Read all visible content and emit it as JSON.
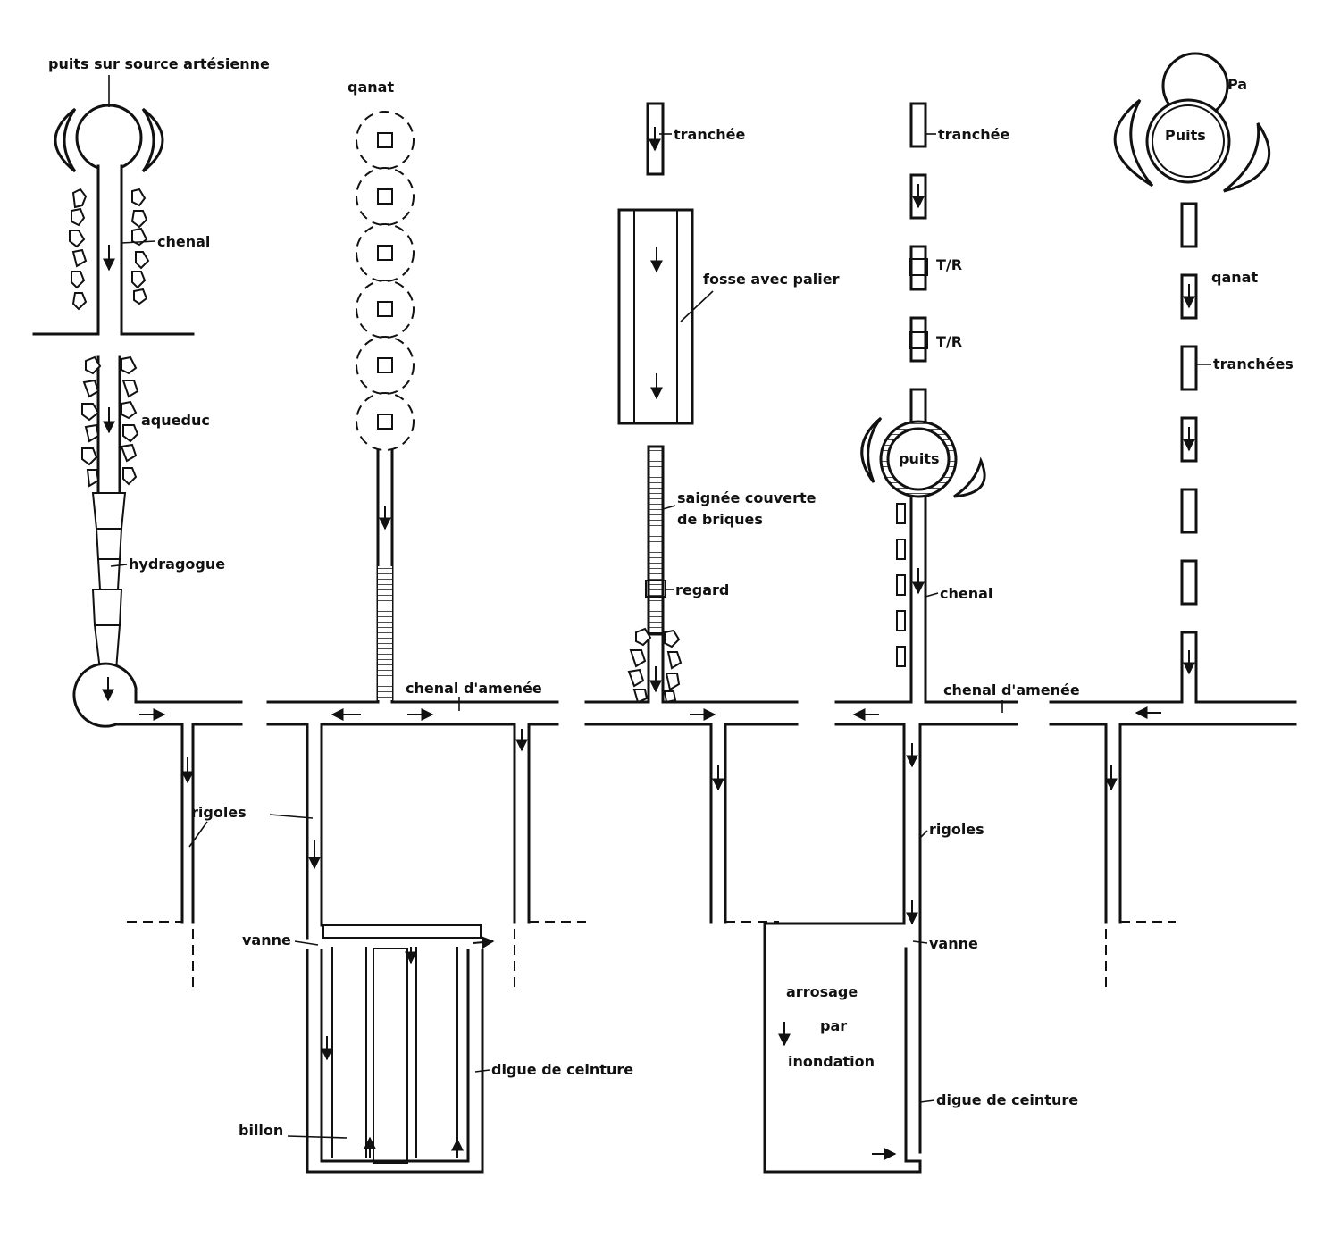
{
  "labels": {
    "puits_source": "puits sur source artésienne",
    "chenal_1": "chenal",
    "aqueduc": "aqueduc",
    "hydragogue": "hydragogue",
    "rigoles_1": "rigoles",
    "qanat_1": "qanat",
    "chenal_amenee_1": "chenal d'amenée",
    "vanne_1": "vanne",
    "digue_1": "digue de ceinture",
    "billon": "billon",
    "tranchee_1": "tranchée",
    "fosse": "fosse avec palier",
    "saignee_1": "saignée couverte",
    "saignee_2": "de briques",
    "regard": "regard",
    "tranchee_2": "tranchée",
    "tr_1": "T/R",
    "tr_2": "T/R",
    "puits_small": "puits",
    "chenal_2": "chenal",
    "chenal_amenee_2": "chenal d'amenée",
    "rigoles_2": "rigoles",
    "vanne_2": "vanne",
    "arrosage_1": "arrosage",
    "arrosage_2": "par",
    "arrosage_3": "inondation",
    "digue_2": "digue de ceinture",
    "pa": "Pa",
    "puits_big": "Puits",
    "qanat_2": "qanat",
    "tranchees": "tranchées"
  }
}
